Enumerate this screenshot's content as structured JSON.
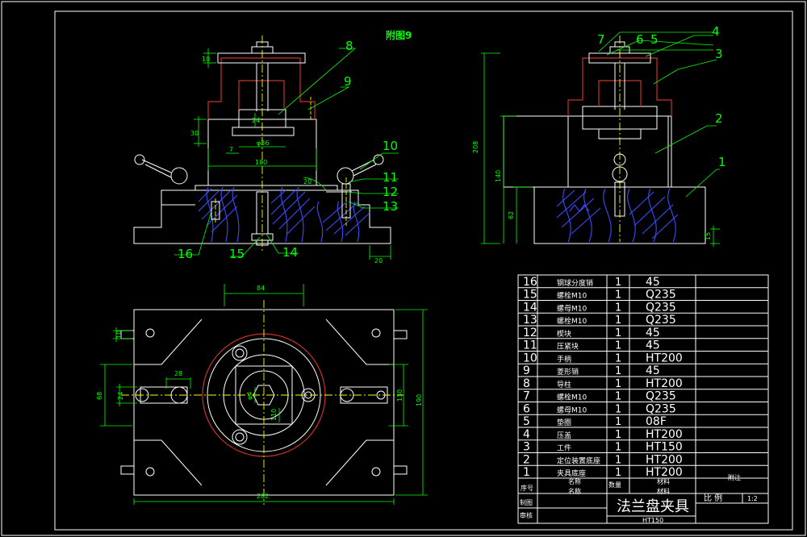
{
  "figure_title": "附图9",
  "drawing_name": "法兰盘夹具",
  "drawing_material": "HT150",
  "scale_label": "比 例",
  "scale_value": "1:2",
  "table_header": {
    "no": "序号",
    "name": "名称",
    "qty": "数量",
    "material": "材料",
    "remark": "附注"
  },
  "title_labels": {
    "drawn": "制图",
    "checked": "审核",
    "name_col": "名称",
    "mat_col": "材料"
  },
  "parts": [
    {
      "no": "16",
      "name": "钢球分度销",
      "qty": "1",
      "material": "45"
    },
    {
      "no": "15",
      "name": "螺栓M10",
      "qty": "1",
      "material": "Q235"
    },
    {
      "no": "14",
      "name": "螺母M10",
      "qty": "1",
      "material": "Q235"
    },
    {
      "no": "13",
      "name": "螺栓M10",
      "qty": "1",
      "material": "Q235"
    },
    {
      "no": "12",
      "name": "楔块",
      "qty": "1",
      "material": "45"
    },
    {
      "no": "11",
      "name": "压紧块",
      "qty": "1",
      "material": "45"
    },
    {
      "no": "10",
      "name": "手柄",
      "qty": "1",
      "material": "HT200"
    },
    {
      "no": "9",
      "name": "菱形销",
      "qty": "1",
      "material": "45"
    },
    {
      "no": "8",
      "name": "导柱",
      "qty": "1",
      "material": "HT200"
    },
    {
      "no": "7",
      "name": "螺栓M10",
      "qty": "1",
      "material": "Q235"
    },
    {
      "no": "6",
      "name": "螺母M10",
      "qty": "1",
      "material": "Q235"
    },
    {
      "no": "5",
      "name": "垫圈",
      "qty": "1",
      "material": "08F"
    },
    {
      "no": "4",
      "name": "压盖",
      "qty": "1",
      "material": "HT200"
    },
    {
      "no": "3",
      "name": "工件",
      "qty": "1",
      "material": "HT150"
    },
    {
      "no": "2",
      "name": "定位装置底座",
      "qty": "1",
      "material": "HT200"
    },
    {
      "no": "1",
      "name": "夹具底座",
      "qty": "1",
      "material": "HT200"
    }
  ],
  "front_labels": [
    "8",
    "9",
    "10",
    "11",
    "12",
    "13",
    "14",
    "15",
    "16"
  ],
  "side_labels": [
    "7",
    "6",
    "5",
    "4",
    "3",
    "2",
    "1"
  ],
  "front_dims": [
    "10",
    "30",
    "7",
    "24",
    "φ36",
    "180",
    "20",
    "20"
  ],
  "side_dims": [
    "208",
    "140",
    "62",
    "15"
  ],
  "plan_dims": [
    "84",
    "10",
    "28",
    "68",
    "24",
    "φ4",
    "110",
    "130",
    "190",
    "282"
  ],
  "colors": {
    "frame": "#ffffff",
    "dimension": "#00ff00",
    "centerline": "#ffff00",
    "workpiece": "#c8322a",
    "hatch": "#3a4cff"
  }
}
